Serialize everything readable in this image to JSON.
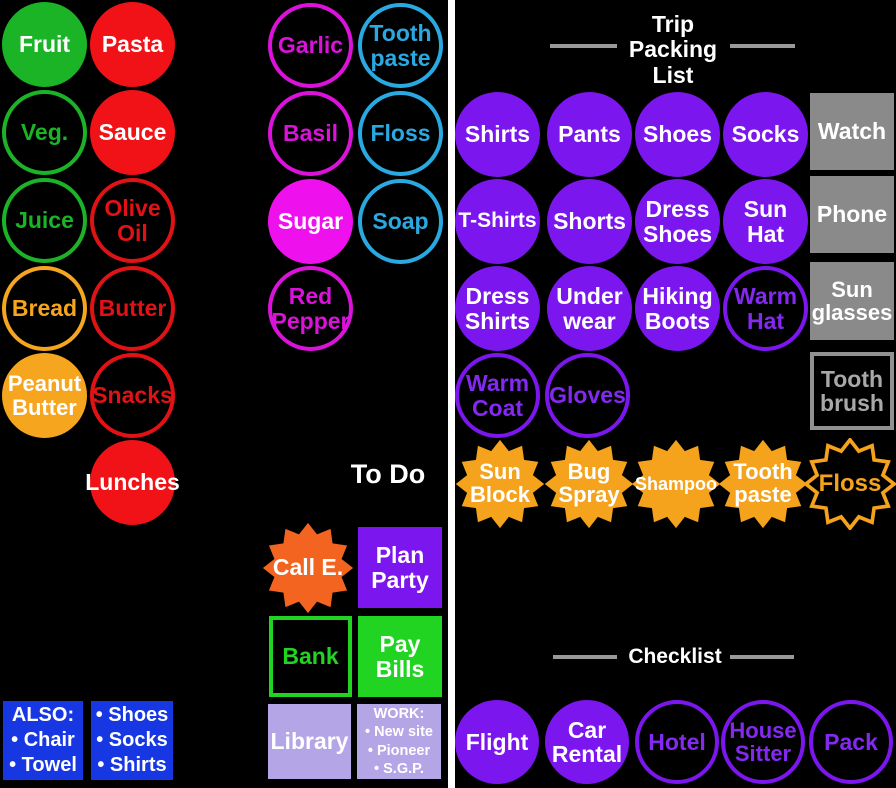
{
  "colors": {
    "green": "#1bb427",
    "red": "#f01216",
    "orange": "#f6a51e",
    "magenta": "#ee11ee",
    "cyan": "#2aa9e1",
    "purple": "#7b16ee",
    "lavender": "#b4a5e6",
    "bright_green": "#21d421",
    "gray": "#8a8a8a",
    "blue": "#1737e3",
    "burst_orange": "#f2641f",
    "amber": "#f5a21c",
    "divider": "#ffffff",
    "background": "#000000"
  },
  "grocery": {
    "items": [
      "Fruit",
      "Veg.",
      "Juice",
      "Bread",
      "Peanut\nButter",
      "Pasta",
      "Sauce",
      "Olive\nOil",
      "Butter",
      "Snacks",
      "Lunches",
      "Garlic",
      "Basil",
      "Sugar",
      "Red\nPepper",
      "Tooth\npaste",
      "Floss",
      "Soap"
    ]
  },
  "todo": {
    "title": "To Do",
    "items": [
      "Call E.",
      "Plan\nParty",
      "Bank",
      "Pay\nBills",
      "Library"
    ],
    "work_note": {
      "lines": [
        "WORK:",
        "• New site",
        "• Pioneer",
        "• S.G.P."
      ]
    }
  },
  "also_notes": [
    {
      "lines": [
        "ALSO:",
        "• Chair",
        "• Towel"
      ]
    },
    {
      "lines": [
        "• Shoes",
        "• Socks",
        "• Shirts"
      ]
    }
  ],
  "packing": {
    "title_lines": [
      "Trip",
      "Packing",
      "List"
    ],
    "items": [
      "Shirts",
      "Pants",
      "Shoes",
      "Socks",
      "Watch",
      "T-Shirts",
      "Shorts",
      "Dress\nShoes",
      "Sun\nHat",
      "Phone",
      "Dress\nShirts",
      "Under\nwear",
      "Hiking\nBoots",
      "Warm\nHat",
      "Sun\nglasses",
      "Warm\nCoat",
      "Gloves",
      "Tooth\nbrush",
      "Sun\nBlock",
      "Bug\nSpray",
      "Shampoo",
      "Tooth\npaste",
      "Floss"
    ]
  },
  "checklist": {
    "title": "Checklist",
    "items": [
      "Flight",
      "Car\nRental",
      "Hotel",
      "House\nSitter",
      "Pack"
    ]
  }
}
